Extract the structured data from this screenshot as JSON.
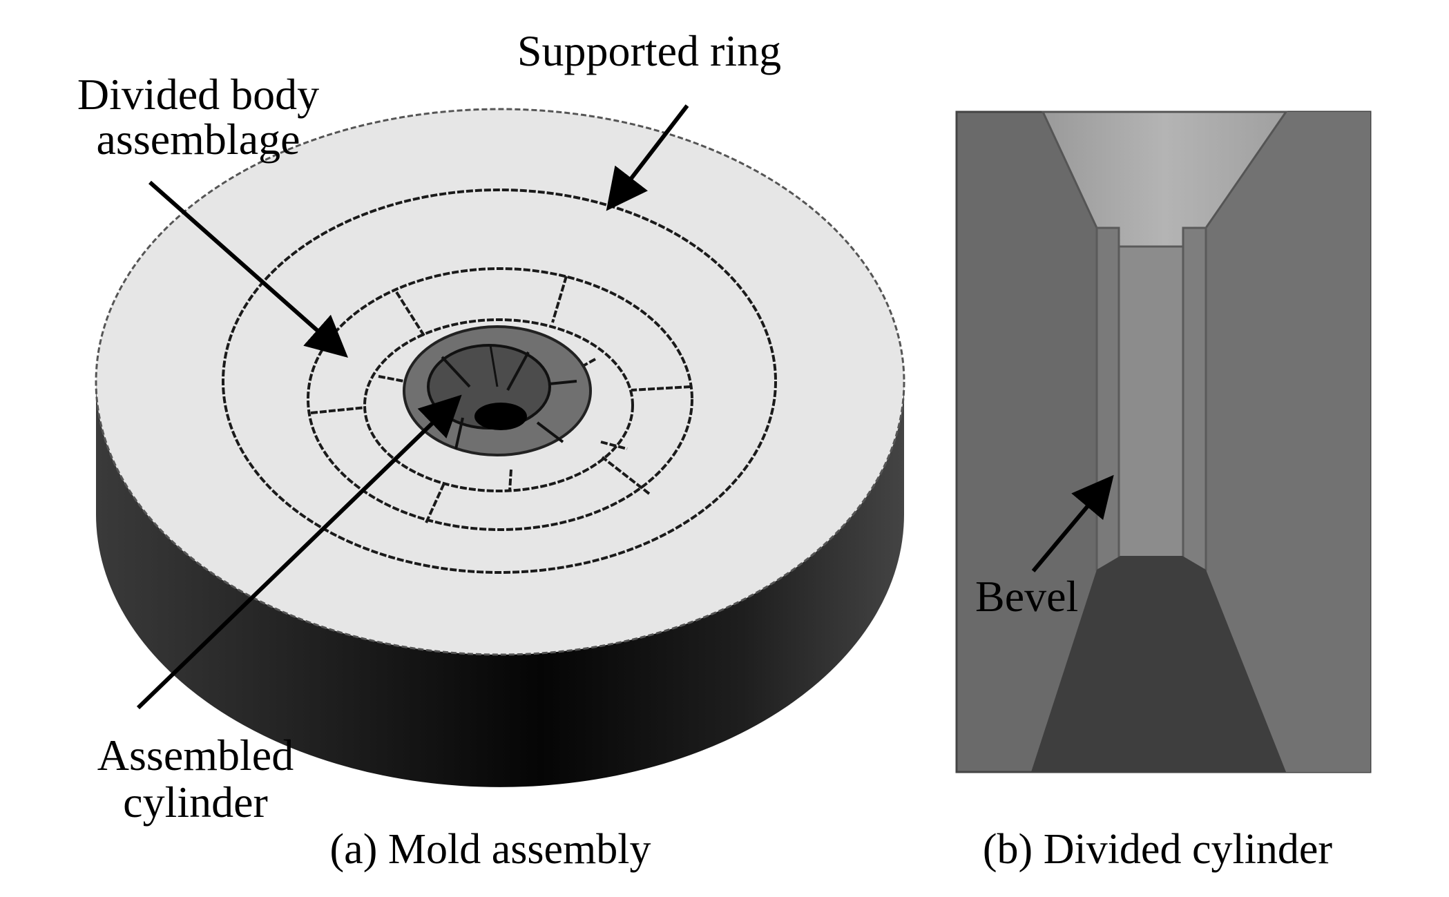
{
  "figure": {
    "panel_a": {
      "caption": "(a) Mold assembly",
      "labels": {
        "supported_ring": "Supported ring",
        "divided_body_line1": "Divided body",
        "divided_body_line2": "assemblage",
        "assembled_cylinder_line1": "Assembled",
        "assembled_cylinder_line2": "cylinder"
      }
    },
    "panel_b": {
      "caption": "(b) Divided cylinder",
      "labels": {
        "bevel": "Bevel"
      }
    }
  },
  "colors": {
    "disk_top": "#e8e8e8",
    "disk_side_dark": "#111111",
    "disk_side_mid": "#3a3a3a",
    "hub_outer": "#6e6e6e",
    "hub_inner": "#4a4a4a",
    "hub_center": "#000000",
    "panel_b_wall": "#6a6a6a",
    "panel_b_top_funnel": "#a6a6a6",
    "panel_b_bottom_funnel": "#3c3c3c",
    "panel_b_channel": "#8a8a8a",
    "panel_b_bevel": "#7c7c7c"
  }
}
